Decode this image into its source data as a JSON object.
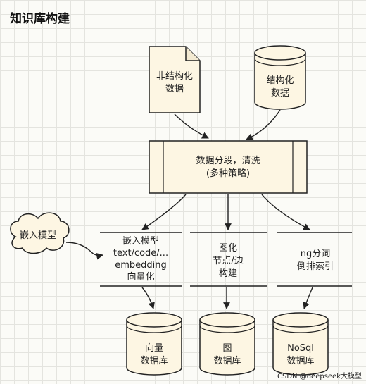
{
  "title": "知识库构建",
  "nodes": {
    "unstructured": {
      "line1": "非结构化",
      "line2": "数据"
    },
    "structured": {
      "line1": "结构化",
      "line2": "数据"
    },
    "process": {
      "line1": "数据分段，清洗",
      "line2": "(多种策略)"
    },
    "embed_model": {
      "label": "嵌入模型"
    },
    "vectorize": {
      "line1": "嵌入模型",
      "line2": "text/code/...",
      "line3": "embedding",
      "line4": "向量化"
    },
    "graph": {
      "line1": "图化",
      "line2": "节点/边",
      "line3": "构建"
    },
    "index": {
      "line1": "ng分词",
      "line2": "倒排索引"
    },
    "vector_db": {
      "line1": "向量",
      "line2": "数据库"
    },
    "graph_db": {
      "line1": "图",
      "line2": "数据库"
    },
    "nosql_db": {
      "line1": "NoSql",
      "line2": "数据库"
    }
  },
  "colors": {
    "box_fill": "#fdf6e3",
    "stroke": "#222222",
    "arrow": "#222222"
  },
  "watermark": "CSDN @deepseek大模型"
}
